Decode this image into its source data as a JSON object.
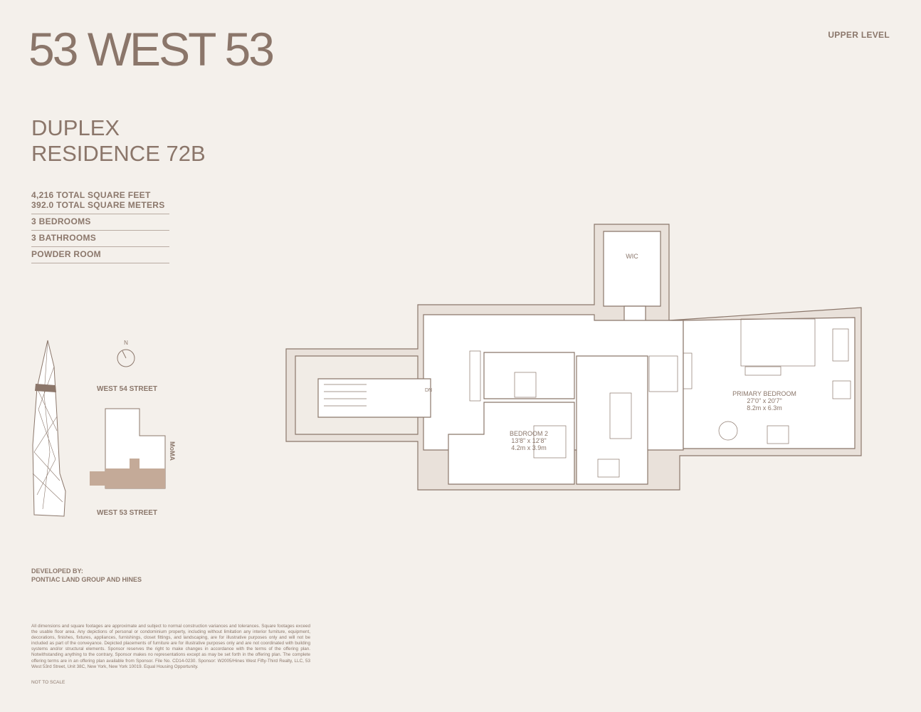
{
  "header": {
    "logo": "53 WEST 53",
    "level": "UPPER LEVEL"
  },
  "residence": {
    "line1": "DUPLEX",
    "line2": "RESIDENCE 72B"
  },
  "specs": {
    "sqft": "4,216 TOTAL SQUARE FEET",
    "sqm": "392.0 TOTAL SQUARE METERS",
    "bedrooms": "3 BEDROOMS",
    "bathrooms": "3 BATHROOMS",
    "powder": "POWDER ROOM"
  },
  "site": {
    "north": "N",
    "street_north": "WEST 54 STREET",
    "street_south": "WEST 53 STREET",
    "neighbor": "MoMA"
  },
  "plan": {
    "wic": "WIC",
    "stair": "DN",
    "bedroom2": {
      "name": "BEDROOM 2",
      "imperial": "13'8\" x 12'8\"",
      "metric": "4.2m x 3.9m"
    },
    "primary": {
      "name": "PRIMARY BEDROOM",
      "imperial": "27'0\" x 20'7\"",
      "metric": "8.2m x 6.3m"
    }
  },
  "developer": {
    "label": "DEVELOPED BY:",
    "name": "PONTIAC LAND GROUP AND HINES"
  },
  "disclaimer": "All dimensions and square footages are approximate and subject to normal construction variances and tolerances. Square footages exceed the usable floor area. Any depictions of personal or condominium property, including without limitation any interior furniture, equipment, decorations, finishes, fixtures, appliances, furnishings, closet fittings, and landscaping, are for illustrative purposes only and will not be included as part of the conveyance. Depicted placements of furniture are for illustrative purposes only and are not coordinated with building systems and/or structural elements. Sponsor reserves the right to make changes in accordance with the terms of the offering plan. Notwithstanding anything to the contrary, Sponsor makes no representations except as may be set forth in the offering plan. The complete offering terms are in an offering plan available from Sponsor. File No. CD14-0230. Sponsor: W2005/Hines West Fifty-Third Realty, LLC, 53 West 53rd Street, Unit 38C, New York, New York 10019. Equal Housing Opportunity.",
  "footer": {
    "scale": "NOT TO SCALE"
  },
  "colors": {
    "text": "#8b776b",
    "background": "#f4f0eb",
    "highlight": "#c4aa98"
  }
}
